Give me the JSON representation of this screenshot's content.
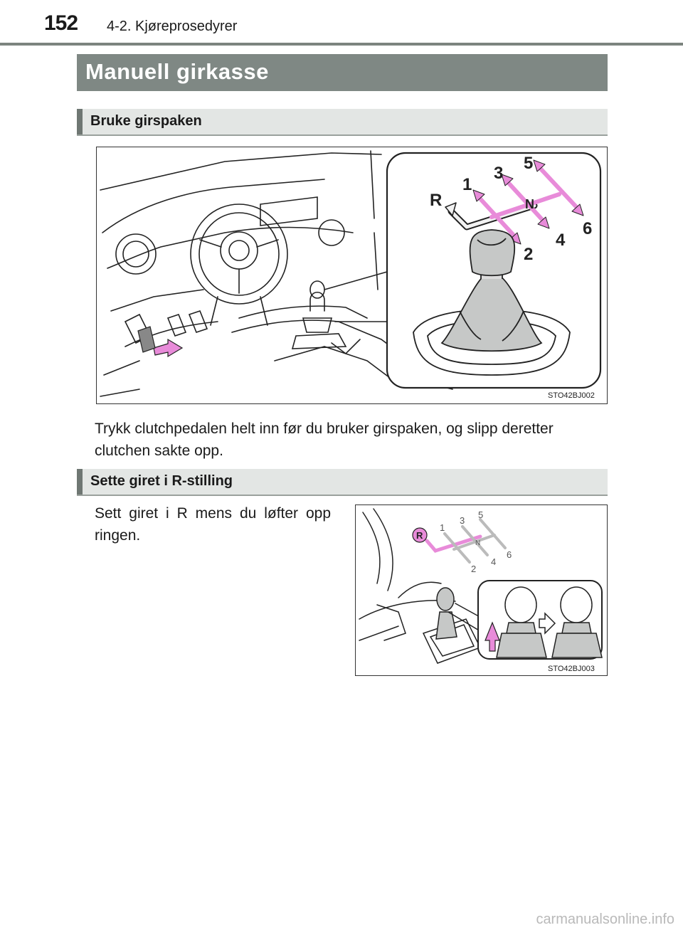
{
  "header": {
    "page_number": "152",
    "chapter": "4-2. Kjøreprosedyrer"
  },
  "title": "Manuell girkasse",
  "sections": [
    {
      "heading": "Bruke girspaken",
      "figure": {
        "code": "STO42BJ002",
        "gear_labels": {
          "r": "R",
          "g1": "1",
          "g2": "2",
          "g3": "3",
          "g4": "4",
          "g5": "5",
          "g6": "6",
          "n": "N"
        }
      },
      "text": "Trykk clutchpedalen helt inn før du bruker girspaken, og slipp deretter clutchen sakte opp."
    },
    {
      "heading": "Sette giret i R-stilling",
      "text": "Sett giret i R mens du løfter opp ringen.",
      "figure": {
        "code": "STO42BJ003",
        "gear_labels": {
          "r": "R",
          "g1": "1",
          "g2": "2",
          "g3": "3",
          "g4": "4",
          "g5": "5",
          "g6": "6",
          "n": "N"
        }
      }
    }
  ],
  "footer": {
    "watermark": "carmanualsonline.info"
  },
  "colors": {
    "accent_pink": "#e88bd9",
    "title_bar": "#7f8884",
    "header_gray": "#e3e6e4"
  }
}
